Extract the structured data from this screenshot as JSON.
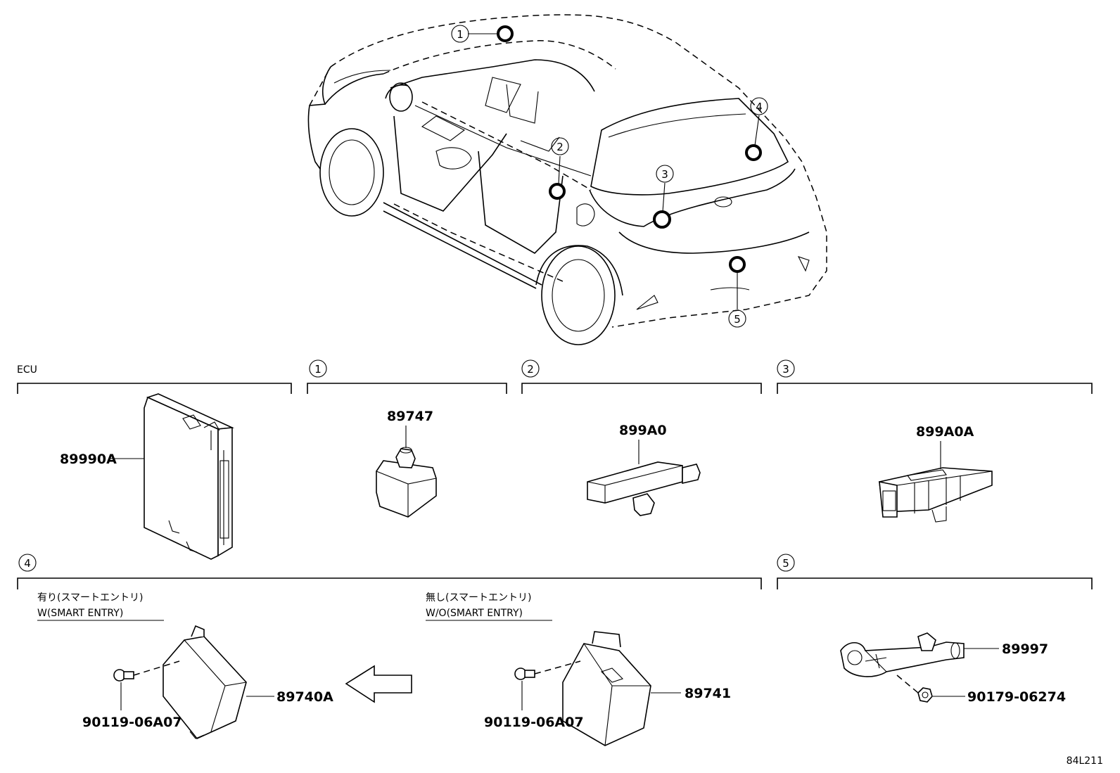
{
  "diagram_code": "84L211",
  "callouts": [
    "1",
    "2",
    "3",
    "4",
    "5"
  ],
  "sections": {
    "ecu": {
      "label": "ECU",
      "part": "89990A"
    },
    "s1": {
      "num": "1",
      "part": "89747"
    },
    "s2": {
      "num": "2",
      "part": "899A0"
    },
    "s3": {
      "num": "3",
      "part": "899A0A"
    },
    "s4": {
      "num": "4",
      "with_jp": "有り(スマートエントリ)",
      "with_en": "W(SMART ENTRY)",
      "without_jp": "無し(スマートエントリ)",
      "without_en": "W/O(SMART ENTRY)",
      "part_with": "89740A",
      "bolt_with": "90119-06A07",
      "part_without": "89741",
      "bolt_without": "90119-06A07"
    },
    "s5": {
      "num": "5",
      "part": "89997",
      "nut": "90179-06274"
    }
  }
}
